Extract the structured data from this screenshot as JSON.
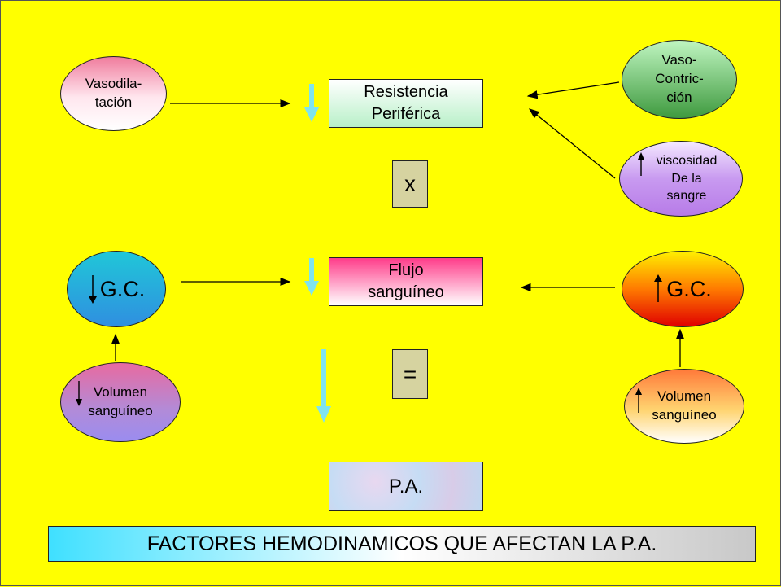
{
  "diagram": {
    "caption": "FACTORES HEMODINAMICOS QUE AFECTAN LA P.A.",
    "center": {
      "resistance": "Resistencia\nPeriférica",
      "flow": "Flujo\nsanguíneo",
      "pressure": "P.A.",
      "multiply": "x",
      "equals": "="
    },
    "left": {
      "vasodilation": "Vasodila-\ntación",
      "cardiac_output": "G.C.",
      "blood_volume": "Volumen\nsanguíneo"
    },
    "right": {
      "vasoconstriction": "Vaso-\nContric-\nción",
      "viscosity": "viscosidad\nDe la\nsangre",
      "cardiac_output": "G.C.",
      "blood_volume": "Volumen\nsanguíneo"
    }
  },
  "colors": {
    "background": "#ffff00",
    "trend_arrow": "#7fe3ef",
    "operator_box": "#d6d3a0"
  }
}
